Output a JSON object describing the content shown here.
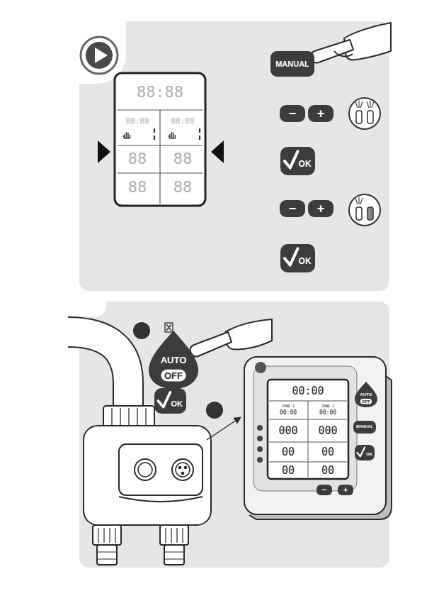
{
  "diagram": {
    "nodes": [
      {
        "text": [
          "88:88",
          "88:88",
          "88:88",
          "88",
          "88",
          "88",
          "88"
        ]
      },
      {
        "text": [
          "MANUAL"
        ]
      },
      {
        "text": [
          "−"
        ]
      },
      {
        "text": [
          "+"
        ]
      },
      {
        "text": [
          "OK"
        ]
      },
      {
        "text": [
          "−"
        ]
      },
      {
        "text": [
          "+"
        ]
      },
      {
        "text": [
          "OK"
        ]
      },
      {
        "text": [
          "AUTO",
          "OFF"
        ]
      },
      {
        "text": [
          "OK"
        ]
      },
      {
        "text": [
          "00:00",
          "ZONE 1",
          "ZONE 2",
          "00:00",
          "00:00",
          "000",
          "000",
          "00",
          "00",
          "00",
          "00"
        ]
      },
      {
        "text": [
          "AUTO",
          "OFF"
        ]
      },
      {
        "text": [
          "MANUAL"
        ]
      },
      {
        "text": [
          "OK"
        ]
      },
      {
        "text": [
          "−"
        ]
      },
      {
        "text": [
          "+"
        ]
      }
    ]
  }
}
